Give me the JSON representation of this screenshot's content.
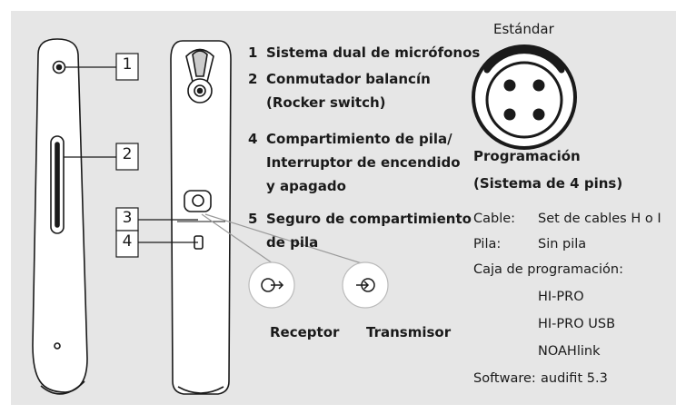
{
  "callouts": [
    "1",
    "2",
    "3",
    "4"
  ],
  "features": [
    {
      "num": "1",
      "lines": [
        "Sistema dual de micrófonos"
      ]
    },
    {
      "num": "2",
      "lines": [
        "Conmutador balancín",
        "(Rocker switch)"
      ]
    },
    {
      "num": "4",
      "lines": [
        "Compartimiento de pila/",
        "Interruptor de encendido",
        "y apagado"
      ]
    },
    {
      "num": "5",
      "lines": [
        "Seguro de compartimiento",
        "de pila"
      ]
    }
  ],
  "connector": {
    "label": "Estándar"
  },
  "programming": {
    "title_line1": "Programación",
    "title_line2": "(Sistema de 4 pins)",
    "cable_label": "Cable:",
    "cable_value": "Set de cables H o I",
    "battery_label": "Pila:",
    "battery_value": "Sin pila",
    "box_label": "Caja de programación:",
    "box_values": [
      "HI-PRO",
      "HI-PRO USB",
      "NOAHlink"
    ],
    "software_label": "Software:",
    "software_value": "audifit 5.3"
  },
  "receiver": {
    "label": "Receptor"
  },
  "transmitter": {
    "label": "Transmisor"
  },
  "colors": {
    "panel": "#e6e6e6",
    "stroke": "#1a1a1a",
    "leader": "#9a9a9a"
  }
}
